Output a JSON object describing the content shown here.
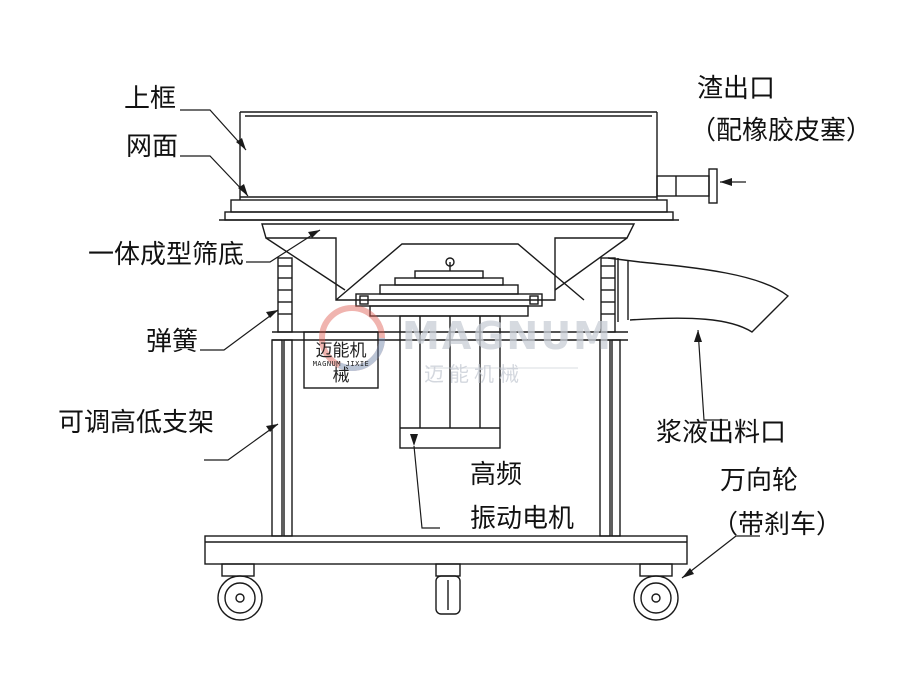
{
  "labels": {
    "upper_frame": "上框",
    "mesh": "网面",
    "screen_bottom": "一体成型筛底",
    "spring": "弹簧",
    "adjustable_stand": "可调高低支架",
    "slag_outlet_line1": "渣出口",
    "slag_outlet_line2": "（配橡胶皮塞）",
    "slurry_outlet": "浆液出料口",
    "motor_line1": "高频",
    "motor_line2": "振动电机",
    "caster_line1": "万向轮",
    "caster_line2": "（带刹车）"
  },
  "nameplate": {
    "line1": "迈能机械",
    "line2": "MAGNUM JIXIE"
  },
  "watermark": {
    "brand": "MAGNUM",
    "cn": "迈能机械"
  },
  "colors": {
    "line": "#1a1a1a",
    "watermark": "#c9ced6",
    "watermark_logo": "#e05a4f"
  }
}
